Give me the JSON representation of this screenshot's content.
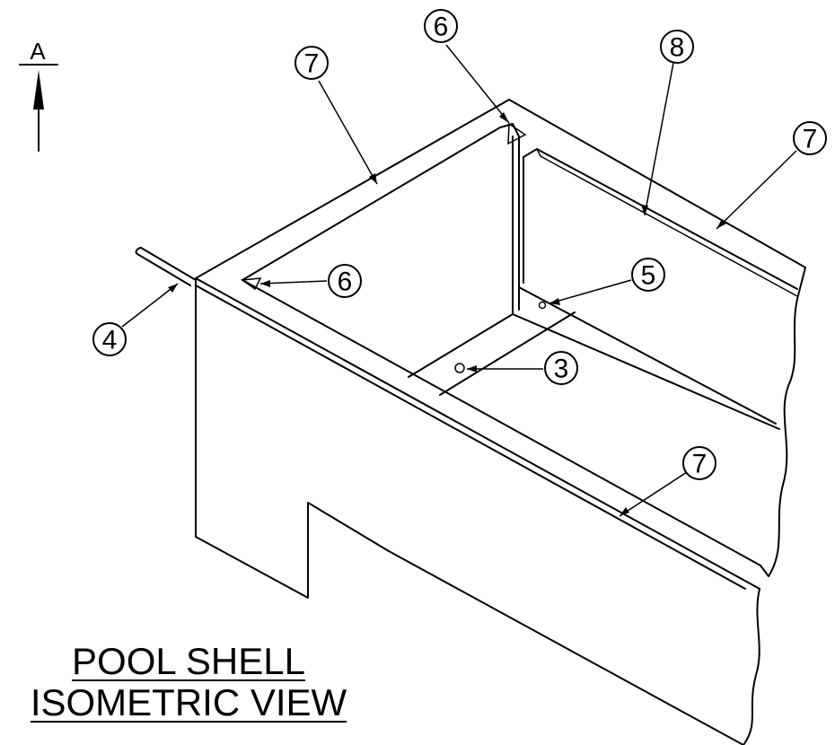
{
  "title": {
    "line1": "POOL SHELL",
    "line2": "ISOMETRIC VIEW"
  },
  "section_marker": {
    "label": "A"
  },
  "balloons": {
    "b6_top": "6",
    "b8": "8",
    "b7_top": "7",
    "b7_right": "7",
    "b6_left": "6",
    "b5": "5",
    "b4": "4",
    "b3": "3",
    "b7_bottom": "7"
  }
}
